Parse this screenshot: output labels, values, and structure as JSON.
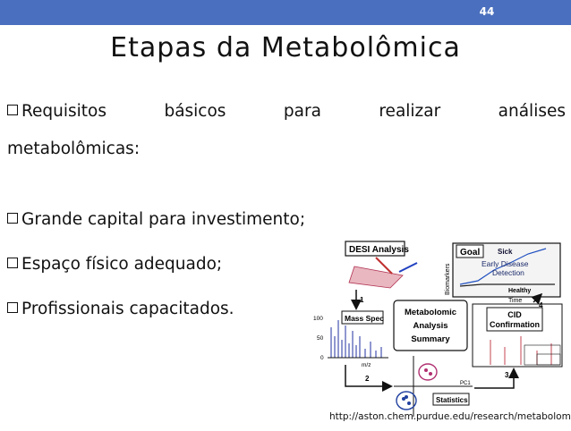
{
  "slide": {
    "number": "44",
    "title": "Etapas da Metabolômica"
  },
  "bullets": {
    "b1_words": [
      "Requisitos",
      "básicos",
      "para",
      "realizar",
      "análises"
    ],
    "b1_line2": "metabolômicas:",
    "b2": "Grande capital para investimento;",
    "b3": "Espaço físico adequado;",
    "b4": "Profissionais capacitados."
  },
  "figure": {
    "desi": "DESI Analysis",
    "goal": "Goal",
    "sick": "Sick",
    "early1": "Early Disease",
    "early2": "Detection",
    "healthy": "Healthy",
    "time": "Time",
    "biomarkers": "Biomarkers",
    "center1": "Metabolomic",
    "center2": "Analysis",
    "center3": "Summary",
    "massspec": "Mass Spec",
    "mz": "m/z",
    "cid1": "CID",
    "cid2": "Confirmation",
    "statistics": "Statistics",
    "pc1": "PC1",
    "y100": "100",
    "y50": "50",
    "y0": "0",
    "n1": "1",
    "n2": "2",
    "n3": "3",
    "n4": "4",
    "caption": "http://aston.chem.purdue.edu/research/metabolomics"
  },
  "colors": {
    "bar": "#4a6fbe",
    "text": "#111111"
  }
}
